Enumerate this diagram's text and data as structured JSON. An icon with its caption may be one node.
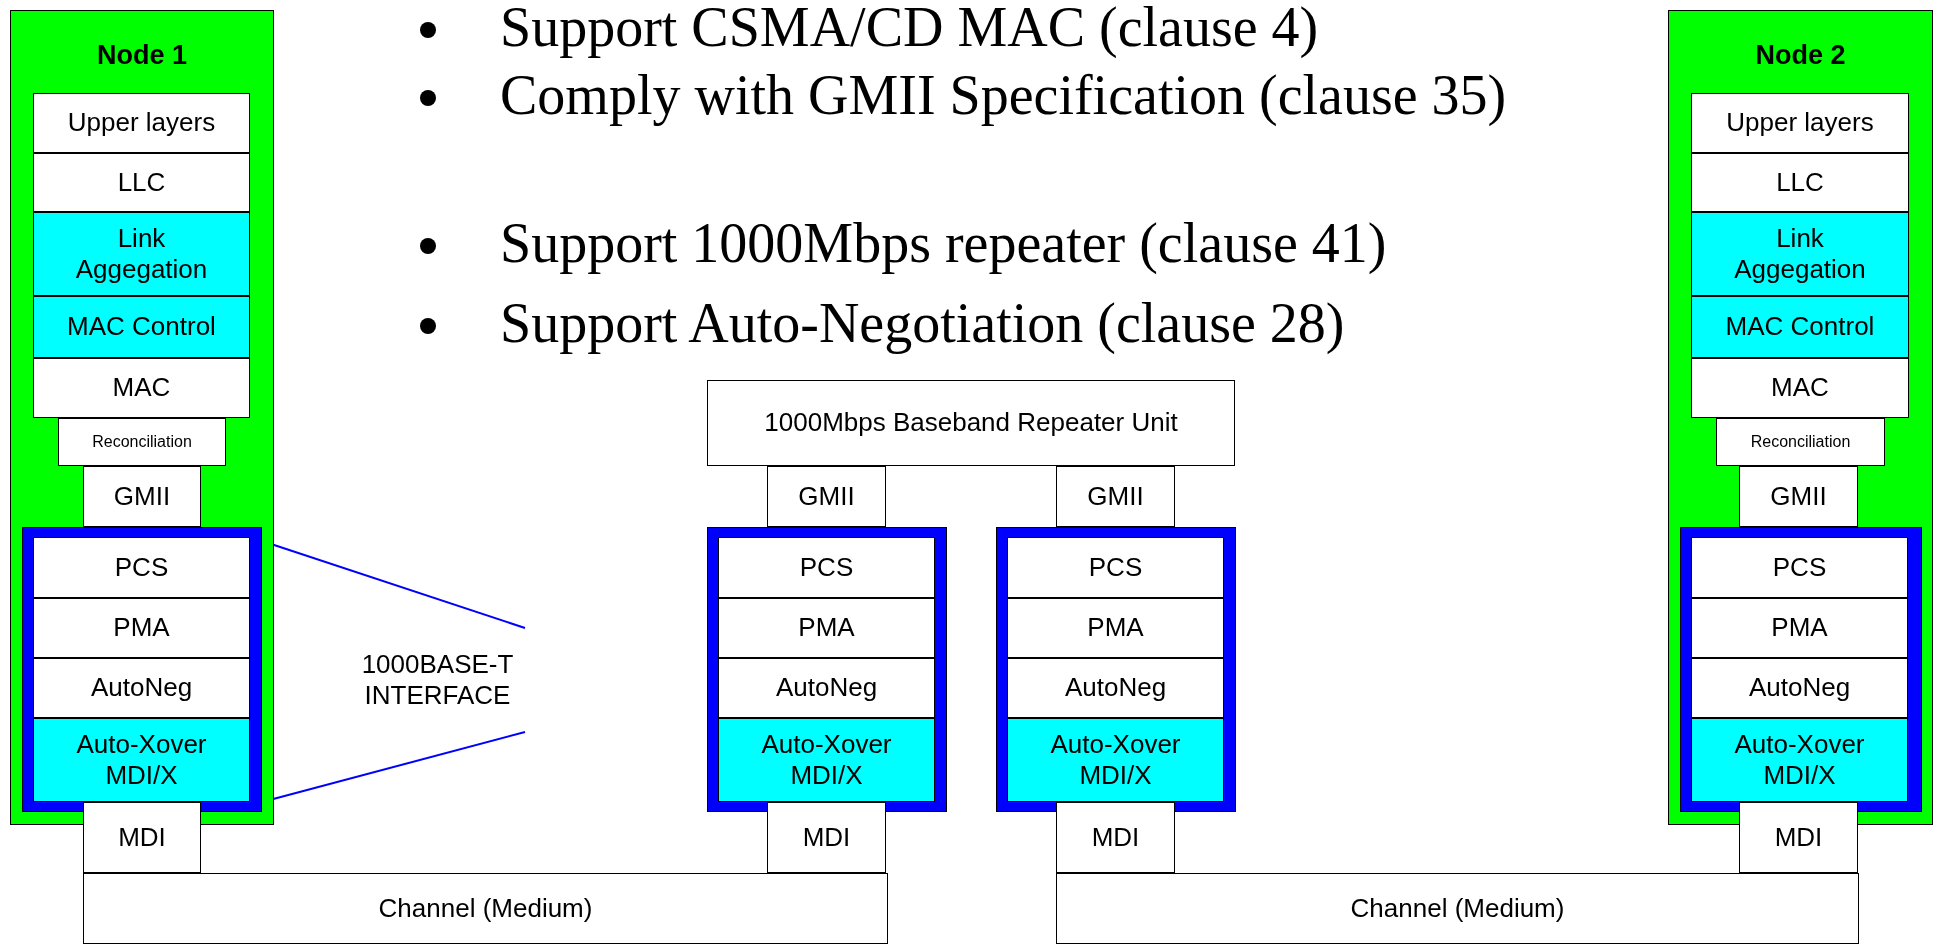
{
  "diagram": {
    "nodes": [
      {
        "text": [
          "Node 1"
        ]
      },
      {
        "text": [
          "Upper layers"
        ],
        "in": 0
      },
      {
        "text": [
          "LLC"
        ],
        "in": 0
      },
      {
        "text": [
          "Link Aggegation"
        ],
        "in": 0
      },
      {
        "text": [
          "MAC Control"
        ],
        "in": 0
      },
      {
        "text": [
          "MAC"
        ],
        "in": 0
      },
      {
        "text": [
          "Reconciliation"
        ],
        "in": 0
      },
      {
        "text": [
          "GMII"
        ],
        "in": 0
      },
      {
        "text": [],
        "shape": "box",
        "in": 0
      },
      {
        "text": [
          "PCS"
        ],
        "in": 8
      },
      {
        "text": [
          "PMA"
        ],
        "in": 8
      },
      {
        "text": [
          "AutoNeg"
        ],
        "in": 8
      },
      {
        "text": [
          "Auto-Xover MDI/X"
        ],
        "in": 8
      },
      {
        "text": [
          "MDI"
        ]
      },
      {
        "text": [
          "1000BASE-T INTERFACE"
        ]
      },
      {
        "text": [
          "1000Mbps Baseband Repeater Unit"
        ]
      },
      {
        "text": [
          "GMII"
        ]
      },
      {
        "text": [],
        "shape": "box"
      },
      {
        "text": [
          "PCS"
        ],
        "in": 17
      },
      {
        "text": [
          "PMA"
        ],
        "in": 17
      },
      {
        "text": [
          "AutoNeg"
        ],
        "in": 17
      },
      {
        "text": [
          "Auto-Xover MDI/X"
        ],
        "in": 17
      },
      {
        "text": [
          "MDI"
        ]
      },
      {
        "text": [
          "GMII"
        ]
      },
      {
        "text": [],
        "shape": "box"
      },
      {
        "text": [
          "PCS"
        ],
        "in": 24
      },
      {
        "text": [
          "PMA"
        ],
        "in": 24
      },
      {
        "text": [
          "AutoNeg"
        ],
        "in": 24
      },
      {
        "text": [
          "Auto-Xover MDI/X"
        ],
        "in": 24
      },
      {
        "text": [
          "MDI"
        ]
      },
      {
        "text": [
          "Node 2"
        ]
      },
      {
        "text": [
          "Upper layers"
        ],
        "in": 30
      },
      {
        "text": [
          "LLC"
        ],
        "in": 30
      },
      {
        "text": [
          "Link Aggegation"
        ],
        "in": 30
      },
      {
        "text": [
          "MAC Control"
        ],
        "in": 30
      },
      {
        "text": [
          "MAC"
        ],
        "in": 30
      },
      {
        "text": [
          "Reconciliation"
        ],
        "in": 30
      },
      {
        "text": [
          "GMII"
        ],
        "in": 30
      },
      {
        "text": [],
        "shape": "box",
        "in": 30
      },
      {
        "text": [
          "PCS"
        ],
        "in": 38
      },
      {
        "text": [
          "PMA"
        ],
        "in": 38
      },
      {
        "text": [
          "AutoNeg"
        ],
        "in": 38
      },
      {
        "text": [
          "Auto-Xover MDI/X"
        ],
        "in": 38
      },
      {
        "text": [
          "MDI"
        ]
      },
      {
        "text": [
          "Channel (Medium)"
        ]
      },
      {
        "text": [
          "Channel (Medium)"
        ]
      }
    ],
    "edges": [
      {
        "from": 14,
        "to": 8,
        "arrow": "none"
      },
      {
        "from": 14,
        "to": 8,
        "arrow": "none"
      }
    ],
    "labels": [
      "Support CSMA/CD MAC (clause 4)",
      "Comply with GMII Specification (clause 35)",
      "Support 1000Mbps repeater (clause 41)",
      "Support Auto-Negotiation (clause 28)"
    ]
  }
}
